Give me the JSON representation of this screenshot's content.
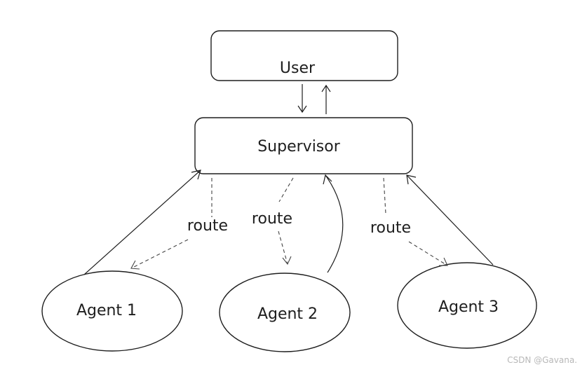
{
  "nodes": {
    "user": "User",
    "supervisor": "Supervisor",
    "agent1": "Agent 1",
    "agent2": "Agent 2",
    "agent3": "Agent 3"
  },
  "edges": {
    "route1": "route",
    "route2": "route",
    "route3": "route"
  },
  "watermark": "CSDN @Gavana."
}
